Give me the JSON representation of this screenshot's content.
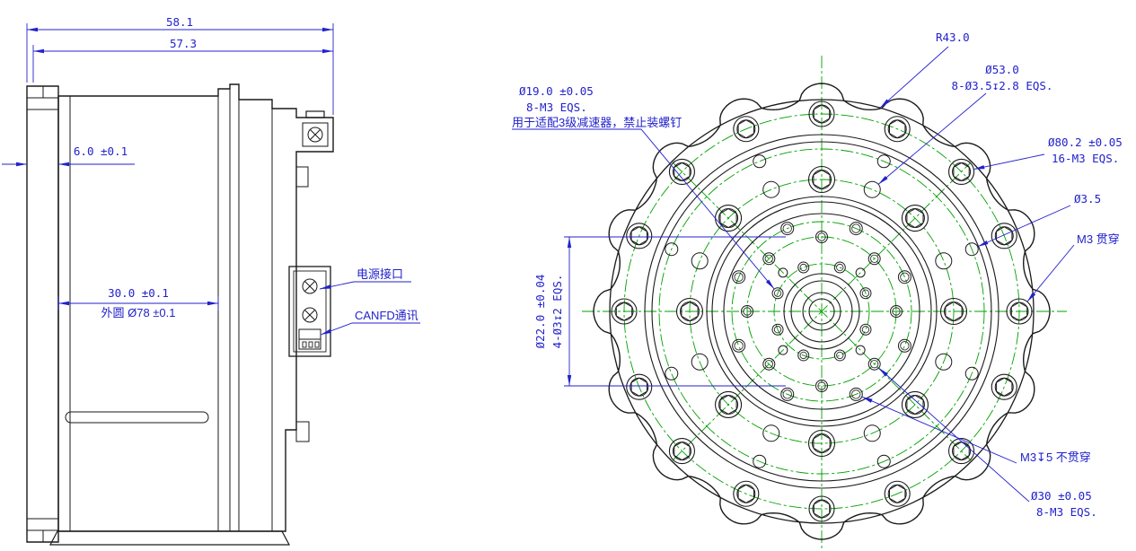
{
  "side_view": {
    "dim_overall_width": "58.1",
    "dim_body_width": "57.3",
    "dim_flange_thickness": "6.0 ±0.1",
    "dim_depth": "30.0 ±0.1",
    "dim_outer_dia": "外圆 Ø78 ±0.1",
    "label_power_port": "电源接口",
    "label_canfd_port": "CANFD通讯"
  },
  "front_view": {
    "dim_radius": "R43.0",
    "dim_d53": "Ø53.0",
    "dim_d53_holes": "8-Ø3.5↧2.8 EQS.",
    "dim_d19": "Ø19.0 ±0.05",
    "dim_d19_holes": "8-M3 EQS.",
    "note_reducer": "用于适配3级减速器，禁止装螺钉",
    "dim_d80": "Ø80.2 ±0.05",
    "dim_d80_holes": "16-M3 EQS.",
    "dim_d35": "Ø3.5",
    "note_m3_through": "M3 贯穿",
    "dim_d22": "Ø22.0 ±0.04",
    "dim_d22_holes": "4-Ø3↧2 EQS.",
    "note_m3_blind": "M3↧5 不贯穿",
    "dim_d30": "Ø30 ±0.05",
    "dim_d30_holes": "8-M3 EQS."
  },
  "colors": {
    "outline": "#1a1a1a",
    "dimension": "#2222cc",
    "centerline": "#00a000"
  }
}
